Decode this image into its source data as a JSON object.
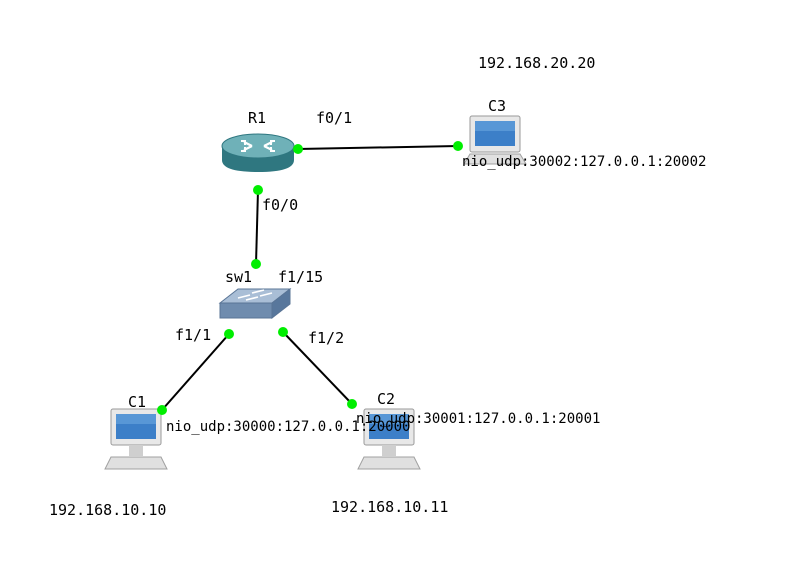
{
  "colors": {
    "link": "#000000",
    "port_dot": "#00ee00",
    "router_body": "#3d8b93",
    "router_top": "#7fbfc6",
    "switch_body": "#8fa7c2",
    "pc_screen": "#2d6fb8",
    "pc_frame": "#d9d9d9"
  },
  "nodes": {
    "r1": {
      "label": "R1",
      "icon": "router-icon"
    },
    "sw1": {
      "label": "sw1",
      "icon": "switch-icon"
    },
    "c1": {
      "label": "C1",
      "icon": "computer-icon"
    },
    "c2": {
      "label": "C2",
      "icon": "computer-icon"
    },
    "c3": {
      "label": "C3",
      "icon": "computer-icon"
    }
  },
  "ports": {
    "r1_f0_1": "f0/1",
    "r1_f0_0": "f0/0",
    "sw1_f1_15": "f1/15",
    "sw1_f1_1": "f1/1",
    "sw1_f1_2": "f1/2"
  },
  "nio": {
    "c1": "nio_udp:30000:127.0.0.1:20000",
    "c2": "nio_udp:30001:127.0.0.1:20001",
    "c3": "nio_udp:30002:127.0.0.1:20002"
  },
  "ips": {
    "c1": "192.168.10.10",
    "c2": "192.168.10.11",
    "c3": "192.168.20.20"
  }
}
